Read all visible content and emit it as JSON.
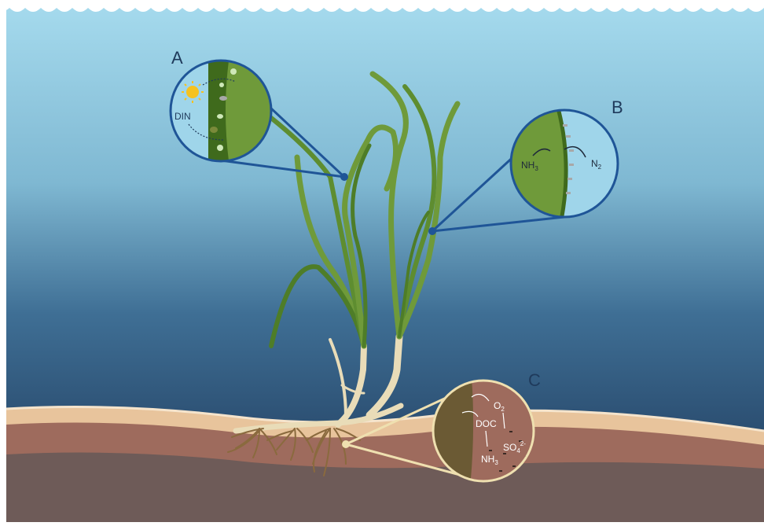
{
  "panels": {
    "a": {
      "letter": "A",
      "din": "DIN"
    },
    "b": {
      "letter": "B",
      "nh3": "NH",
      "nh3_sub": "3",
      "n2": "N",
      "n2_sub": "2"
    },
    "c": {
      "letter": "C",
      "o2": "O",
      "o2_sub": "2",
      "doc": "DOC",
      "so4": "SO",
      "so4_sub": "4",
      "so4_sup": "2-",
      "nh3": "NH",
      "nh3_sub": "3"
    }
  },
  "colors": {
    "water_top": "#9fd6ea",
    "water_bottom": "#1f3a5b",
    "sediment_top": "#e7c39a",
    "sediment_mid": "#9c6a5c",
    "sediment_deep": "#6c5a57",
    "leaf": "#6f9a3a",
    "leaf_dark": "#3f6a1c",
    "callout_line": "#1f5597",
    "callout_c_line": "#efe0b0"
  }
}
